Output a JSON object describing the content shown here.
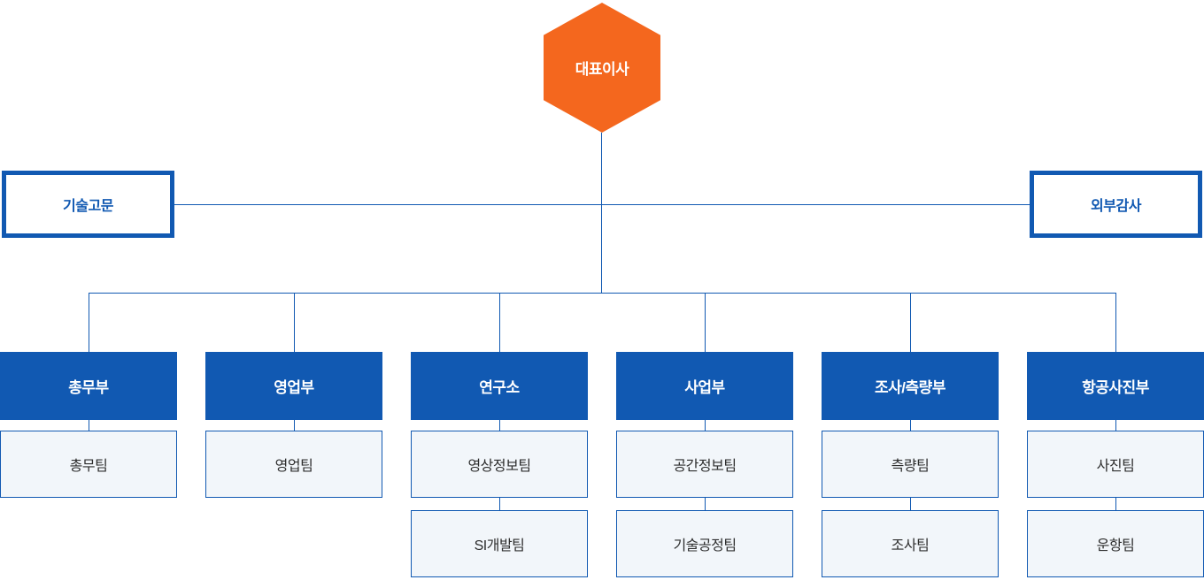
{
  "org_chart": {
    "ceo": {
      "label": "대표이사"
    },
    "advisors": {
      "left": {
        "label": "기술고문"
      },
      "right": {
        "label": "외부감사"
      }
    },
    "departments": [
      {
        "label": "총무부",
        "teams": [
          "총무팀"
        ]
      },
      {
        "label": "영업부",
        "teams": [
          "영업팀"
        ]
      },
      {
        "label": "연구소",
        "teams": [
          "영상정보팀",
          "SI개발팀"
        ]
      },
      {
        "label": "사업부",
        "teams": [
          "공간정보팀",
          "기술공정팀"
        ]
      },
      {
        "label": "조사/측량부",
        "teams": [
          "측량팀",
          "조사팀"
        ]
      },
      {
        "label": "항공사진부",
        "teams": [
          "사진팀",
          "운항팀"
        ]
      }
    ],
    "colors": {
      "accent_orange": "#F4671E",
      "primary_blue": "#1159B2",
      "team_bg": "#F2F6FA",
      "team_text": "#2E2E2E"
    }
  }
}
